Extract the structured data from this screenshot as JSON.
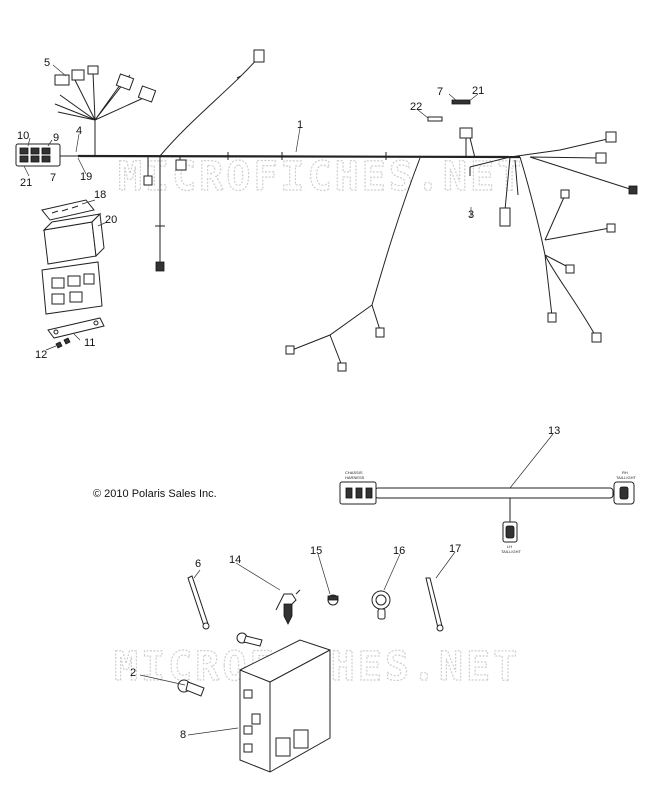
{
  "watermark": "MICROFICHES.NET",
  "copyright": "© 2010 Polaris Sales Inc.",
  "callouts": [
    {
      "id": "c1",
      "text": "1"
    },
    {
      "id": "c2",
      "text": "2"
    },
    {
      "id": "c3",
      "text": "3"
    },
    {
      "id": "c4",
      "text": "4"
    },
    {
      "id": "c5",
      "text": "5"
    },
    {
      "id": "c6",
      "text": "6"
    },
    {
      "id": "c7a",
      "text": "7"
    },
    {
      "id": "c7b",
      "text": "7"
    },
    {
      "id": "c8",
      "text": "8"
    },
    {
      "id": "c9",
      "text": "9"
    },
    {
      "id": "c10",
      "text": "10"
    },
    {
      "id": "c11",
      "text": "11"
    },
    {
      "id": "c12",
      "text": "12"
    },
    {
      "id": "c13",
      "text": "13"
    },
    {
      "id": "c14",
      "text": "14"
    },
    {
      "id": "c15",
      "text": "15"
    },
    {
      "id": "c16",
      "text": "16"
    },
    {
      "id": "c17",
      "text": "17"
    },
    {
      "id": "c18",
      "text": "18"
    },
    {
      "id": "c19",
      "text": "19"
    },
    {
      "id": "c20",
      "text": "20"
    },
    {
      "id": "c21a",
      "text": "21"
    },
    {
      "id": "c21b",
      "text": "21"
    },
    {
      "id": "c22",
      "text": "22"
    }
  ],
  "harness13_tags": {
    "left": [
      "CHASSIS",
      "HARNESS"
    ],
    "right": [
      "RH",
      "TAILLIGHT"
    ],
    "bottom": [
      "LH",
      "TAILLIGHT"
    ]
  }
}
